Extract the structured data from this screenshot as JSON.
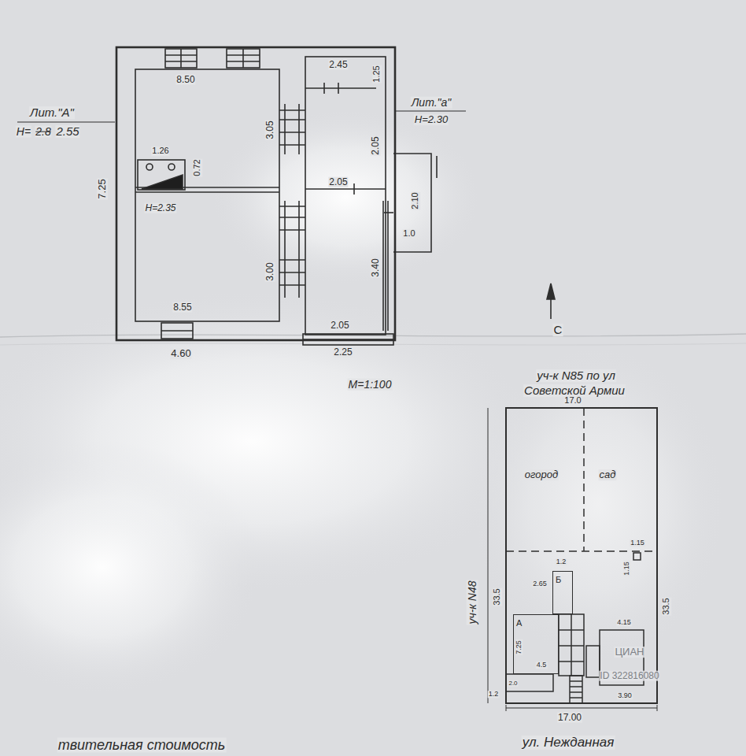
{
  "diagram": {
    "nodes": [
      {
        "text": [
          "А"
        ]
      },
      {
        "text": [
          "Б"
        ]
      }
    ],
    "labels": [
      "Лит.\"А\"",
      "Н=",
      "2.8",
      "2.55",
      "8.50",
      "3.05",
      "1.26",
      "0.72",
      "Н=2.35",
      "7.25",
      "3.00",
      "8.55",
      "4.60",
      "2.45",
      "1.25",
      "Лит.\"а\"",
      "Н=2.30",
      "2.05",
      "2.05",
      "2.10",
      "1.0",
      "3.40",
      "2.05",
      "2.25",
      "М=1:100",
      "С",
      "уч-к N85 по ул",
      "Советской Армии",
      "17.0",
      "огород",
      "сад",
      "уч-к N48",
      "33.5",
      "33.5",
      "1.2",
      "1.15",
      "1.15",
      "2.65",
      "7.25",
      "4.5",
      "2.0",
      "1.2",
      "4.15",
      "3.90",
      "17.00",
      "ул. Нежданная",
      "ЦИАН",
      "ID 322816080",
      "твительная стоимость"
    ]
  }
}
